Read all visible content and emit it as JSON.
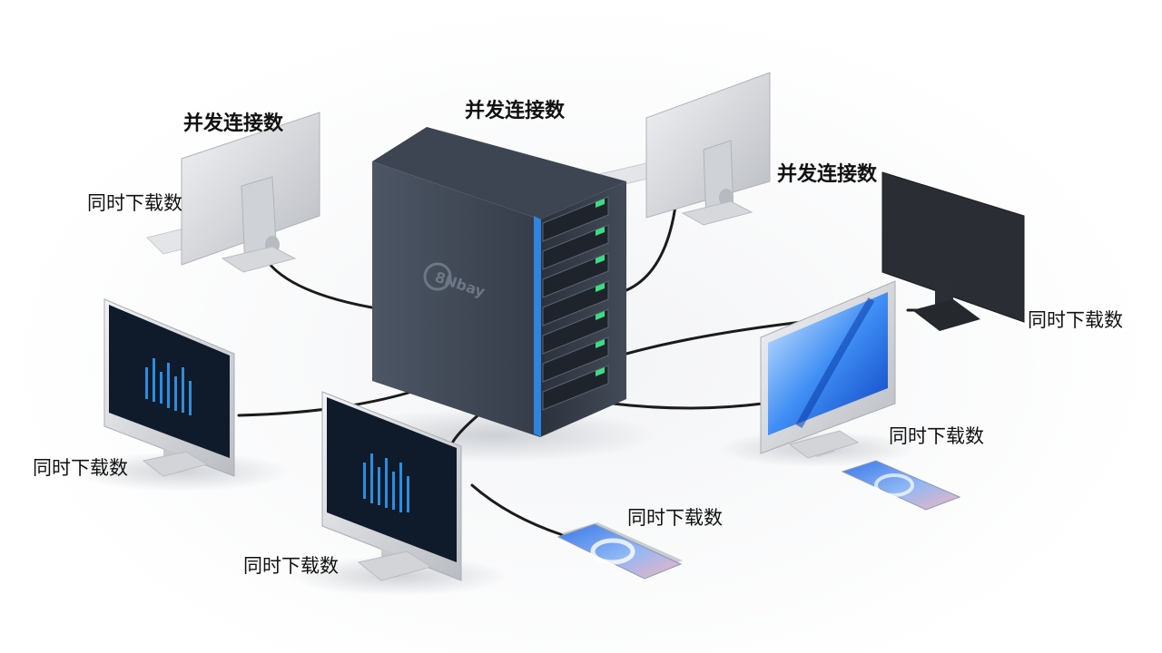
{
  "labels": {
    "top_left": "并发连接数",
    "top_center": "并发连接数",
    "top_right": "并发连接数",
    "left_upper": "同时下载数",
    "right_dark_monitor": "同时下载数",
    "right_phone": "同时下载数",
    "left_lower": "同时下载数",
    "center_phone": "同时下载数",
    "bottom_left": "同时下载数"
  },
  "nas_brand": "8Nbay",
  "colors": {
    "nas_body": "#3a4250",
    "drive_led": "#3ddc84",
    "accent_blue": "#2f7bf0",
    "cable": "#1b1b1b"
  }
}
